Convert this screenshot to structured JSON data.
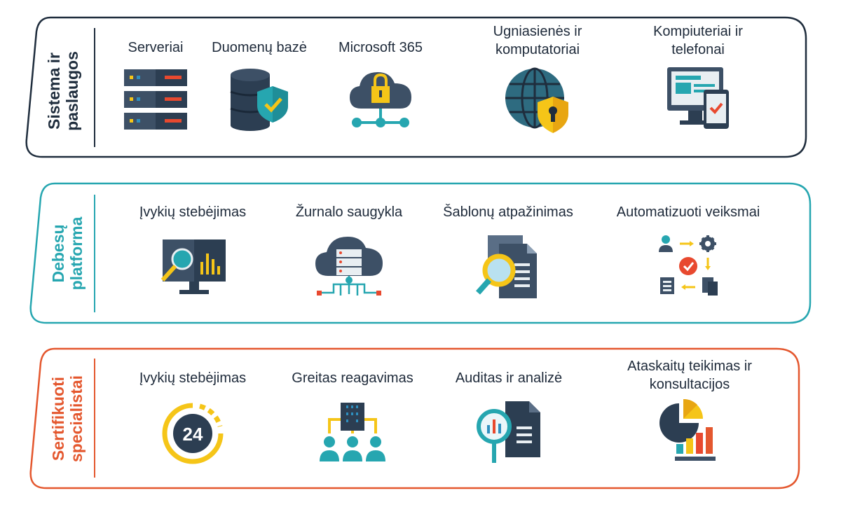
{
  "colors": {
    "dark": "#1f2d3d",
    "teal": "#26a6b0",
    "orange": "#e4572e",
    "yellow": "#f5c518",
    "red": "#e8492f",
    "blue": "#2e8fbf",
    "slate": "#3d5066"
  },
  "panels": [
    {
      "side_label": [
        "Sistema ir",
        "paslaugos"
      ],
      "items": [
        {
          "label": "Serveriai",
          "icon": "server-rack-icon"
        },
        {
          "label": "Duomenų bazė",
          "icon": "database-shield-icon"
        },
        {
          "label": "Microsoft 365",
          "icon": "cloud-lock-icon"
        },
        {
          "label": "Ugniasienės ir komputatoriai",
          "icon": "globe-shield-icon"
        },
        {
          "label": "Kompiuteriai ir telefonai",
          "icon": "desktop-phone-icon"
        }
      ]
    },
    {
      "side_label": [
        "Debesų",
        "platforma"
      ],
      "items": [
        {
          "label": "Įvykių stebėjimas",
          "icon": "monitor-analytics-icon"
        },
        {
          "label": "Žurnalo saugykla",
          "icon": "cloud-storage-icon"
        },
        {
          "label": "Šablonų atpažinimas",
          "icon": "document-search-icon"
        },
        {
          "label": "Automatizuoti veiksmai",
          "icon": "automation-flow-icon"
        }
      ]
    },
    {
      "side_label": [
        "Sertifikuoti",
        "specialistai"
      ],
      "items": [
        {
          "label": "Įvykių stebėjimas",
          "icon": "clock-24-icon"
        },
        {
          "label": "Greitas reagavimas",
          "icon": "team-hierarchy-icon"
        },
        {
          "label": "Auditas ir analizė",
          "icon": "audit-document-icon"
        },
        {
          "label": "Ataskaitų teikimas ir konsultacijos",
          "icon": "report-charts-icon"
        }
      ]
    }
  ]
}
